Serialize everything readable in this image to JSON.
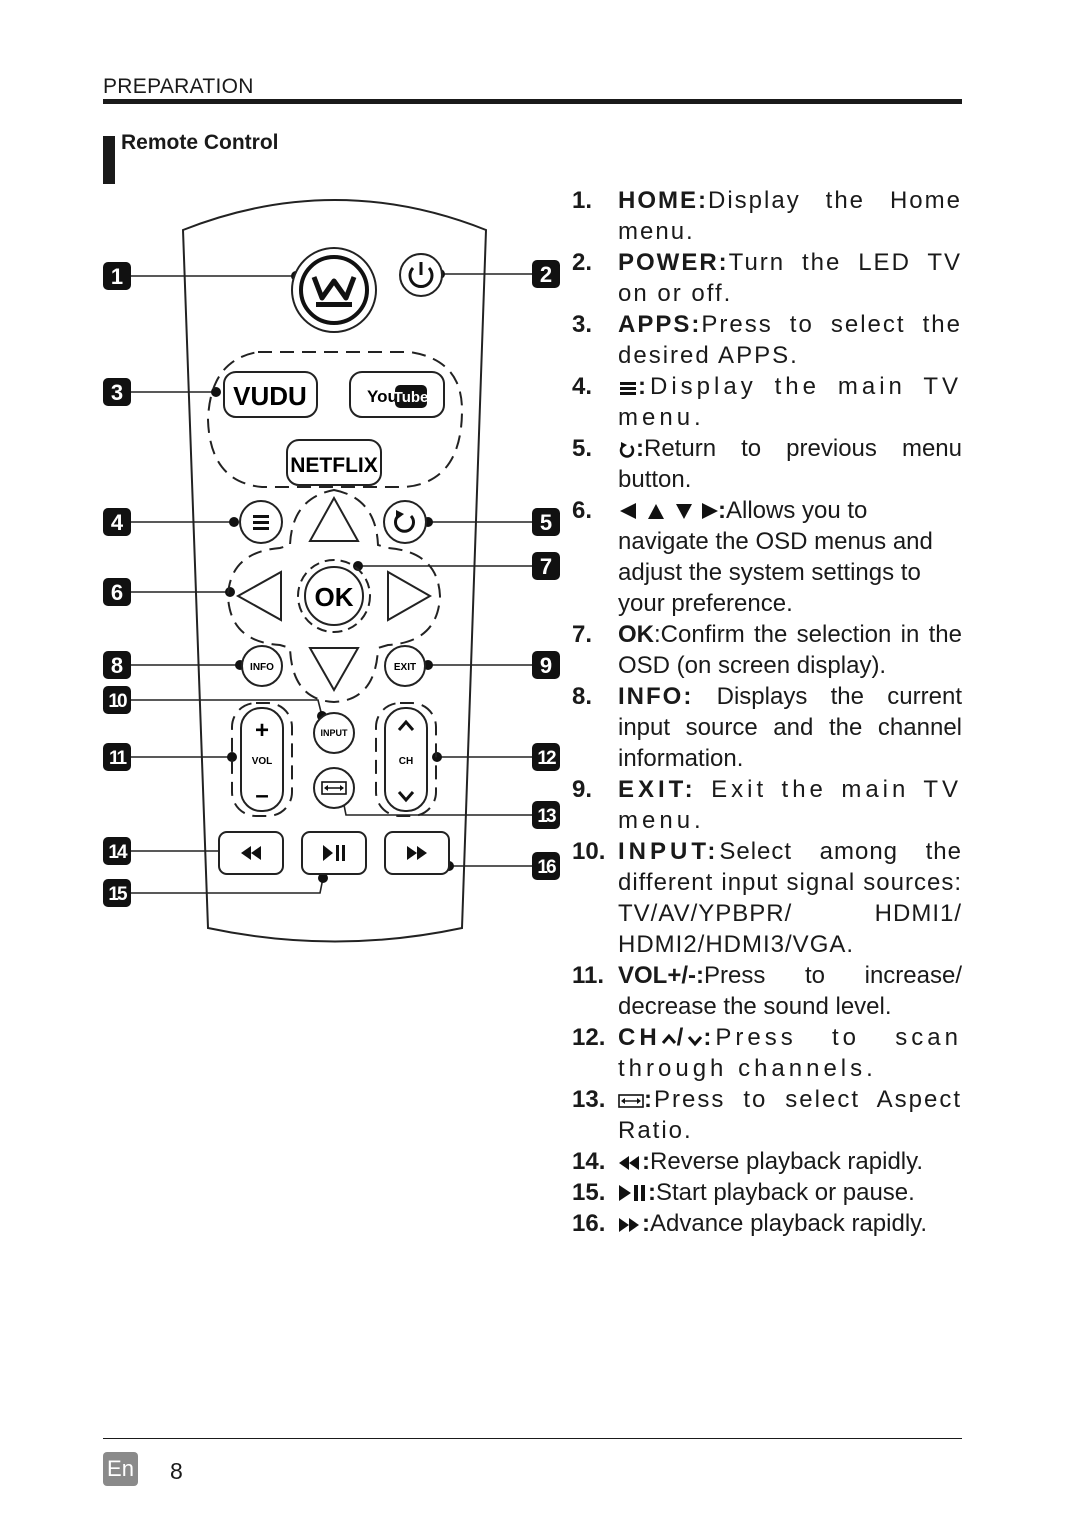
{
  "header": {
    "section": "PREPARATION",
    "subsection": "Remote Control"
  },
  "diagram": {
    "callouts": [
      "1",
      "2",
      "3",
      "4",
      "5",
      "6",
      "7",
      "8",
      "9",
      "10",
      "11",
      "12",
      "13",
      "14",
      "15",
      "16"
    ],
    "buttons": {
      "vudu": "VUDU",
      "youtube_you": "You",
      "youtube_tube": "Tube",
      "netflix": "NETFLIX",
      "ok": "OK",
      "info": "INFO",
      "exit": "EXIT",
      "input": "INPUT",
      "vol": "VOL",
      "ch": "CH",
      "plus": "+",
      "minus": "–"
    }
  },
  "legend": [
    {
      "num": "1.",
      "term": "HOME:",
      "text": "Display the Home menu."
    },
    {
      "num": "2.",
      "term": "POWER:",
      "text": "Turn the LED TV on or off."
    },
    {
      "num": "3.",
      "term": "APPS:",
      "text": "Press to select the desired APPS."
    },
    {
      "num": "4.",
      "term": ":",
      "text": "Display the main TV menu."
    },
    {
      "num": "5.",
      "term": ":",
      "text": "Return to previous menu button."
    },
    {
      "num": "6.",
      "term": ":",
      "text": "Allows you to navigate the OSD menus and adjust the system settings to your preference."
    },
    {
      "num": "7.",
      "term": "OK",
      "text": ":Confirm the selection in the OSD (on screen display)."
    },
    {
      "num": "8.",
      "term": "INFO:",
      "text": " Displays the current input source and the channel information."
    },
    {
      "num": "9.",
      "term": "EXIT:",
      "text": " Exit the main TV menu."
    },
    {
      "num": "10.",
      "term": "INPUT:",
      "text": "Select among the different input signal sources: TV/AV/YPBPR/ HDMI1/ HDMI2/HDMI3/VGA."
    },
    {
      "num": "11.",
      "term": "VOL+/-:",
      "text": "Press to increase/ decrease the sound level."
    },
    {
      "num": "12.",
      "term": "CH",
      "term2": "/",
      "term3": ":",
      "text": "Press to scan through channels."
    },
    {
      "num": "13.",
      "term": ":",
      "text": "Press to select Aspect Ratio."
    },
    {
      "num": "14.",
      "term": ":",
      "text": "Reverse playback rapidly."
    },
    {
      "num": "15.",
      "term": ":",
      "text": "Start playback or pause."
    },
    {
      "num": "16.",
      "term": ":",
      "text": "Advance playback rapidly."
    }
  ],
  "footer": {
    "language": "En",
    "page_number": "8"
  }
}
